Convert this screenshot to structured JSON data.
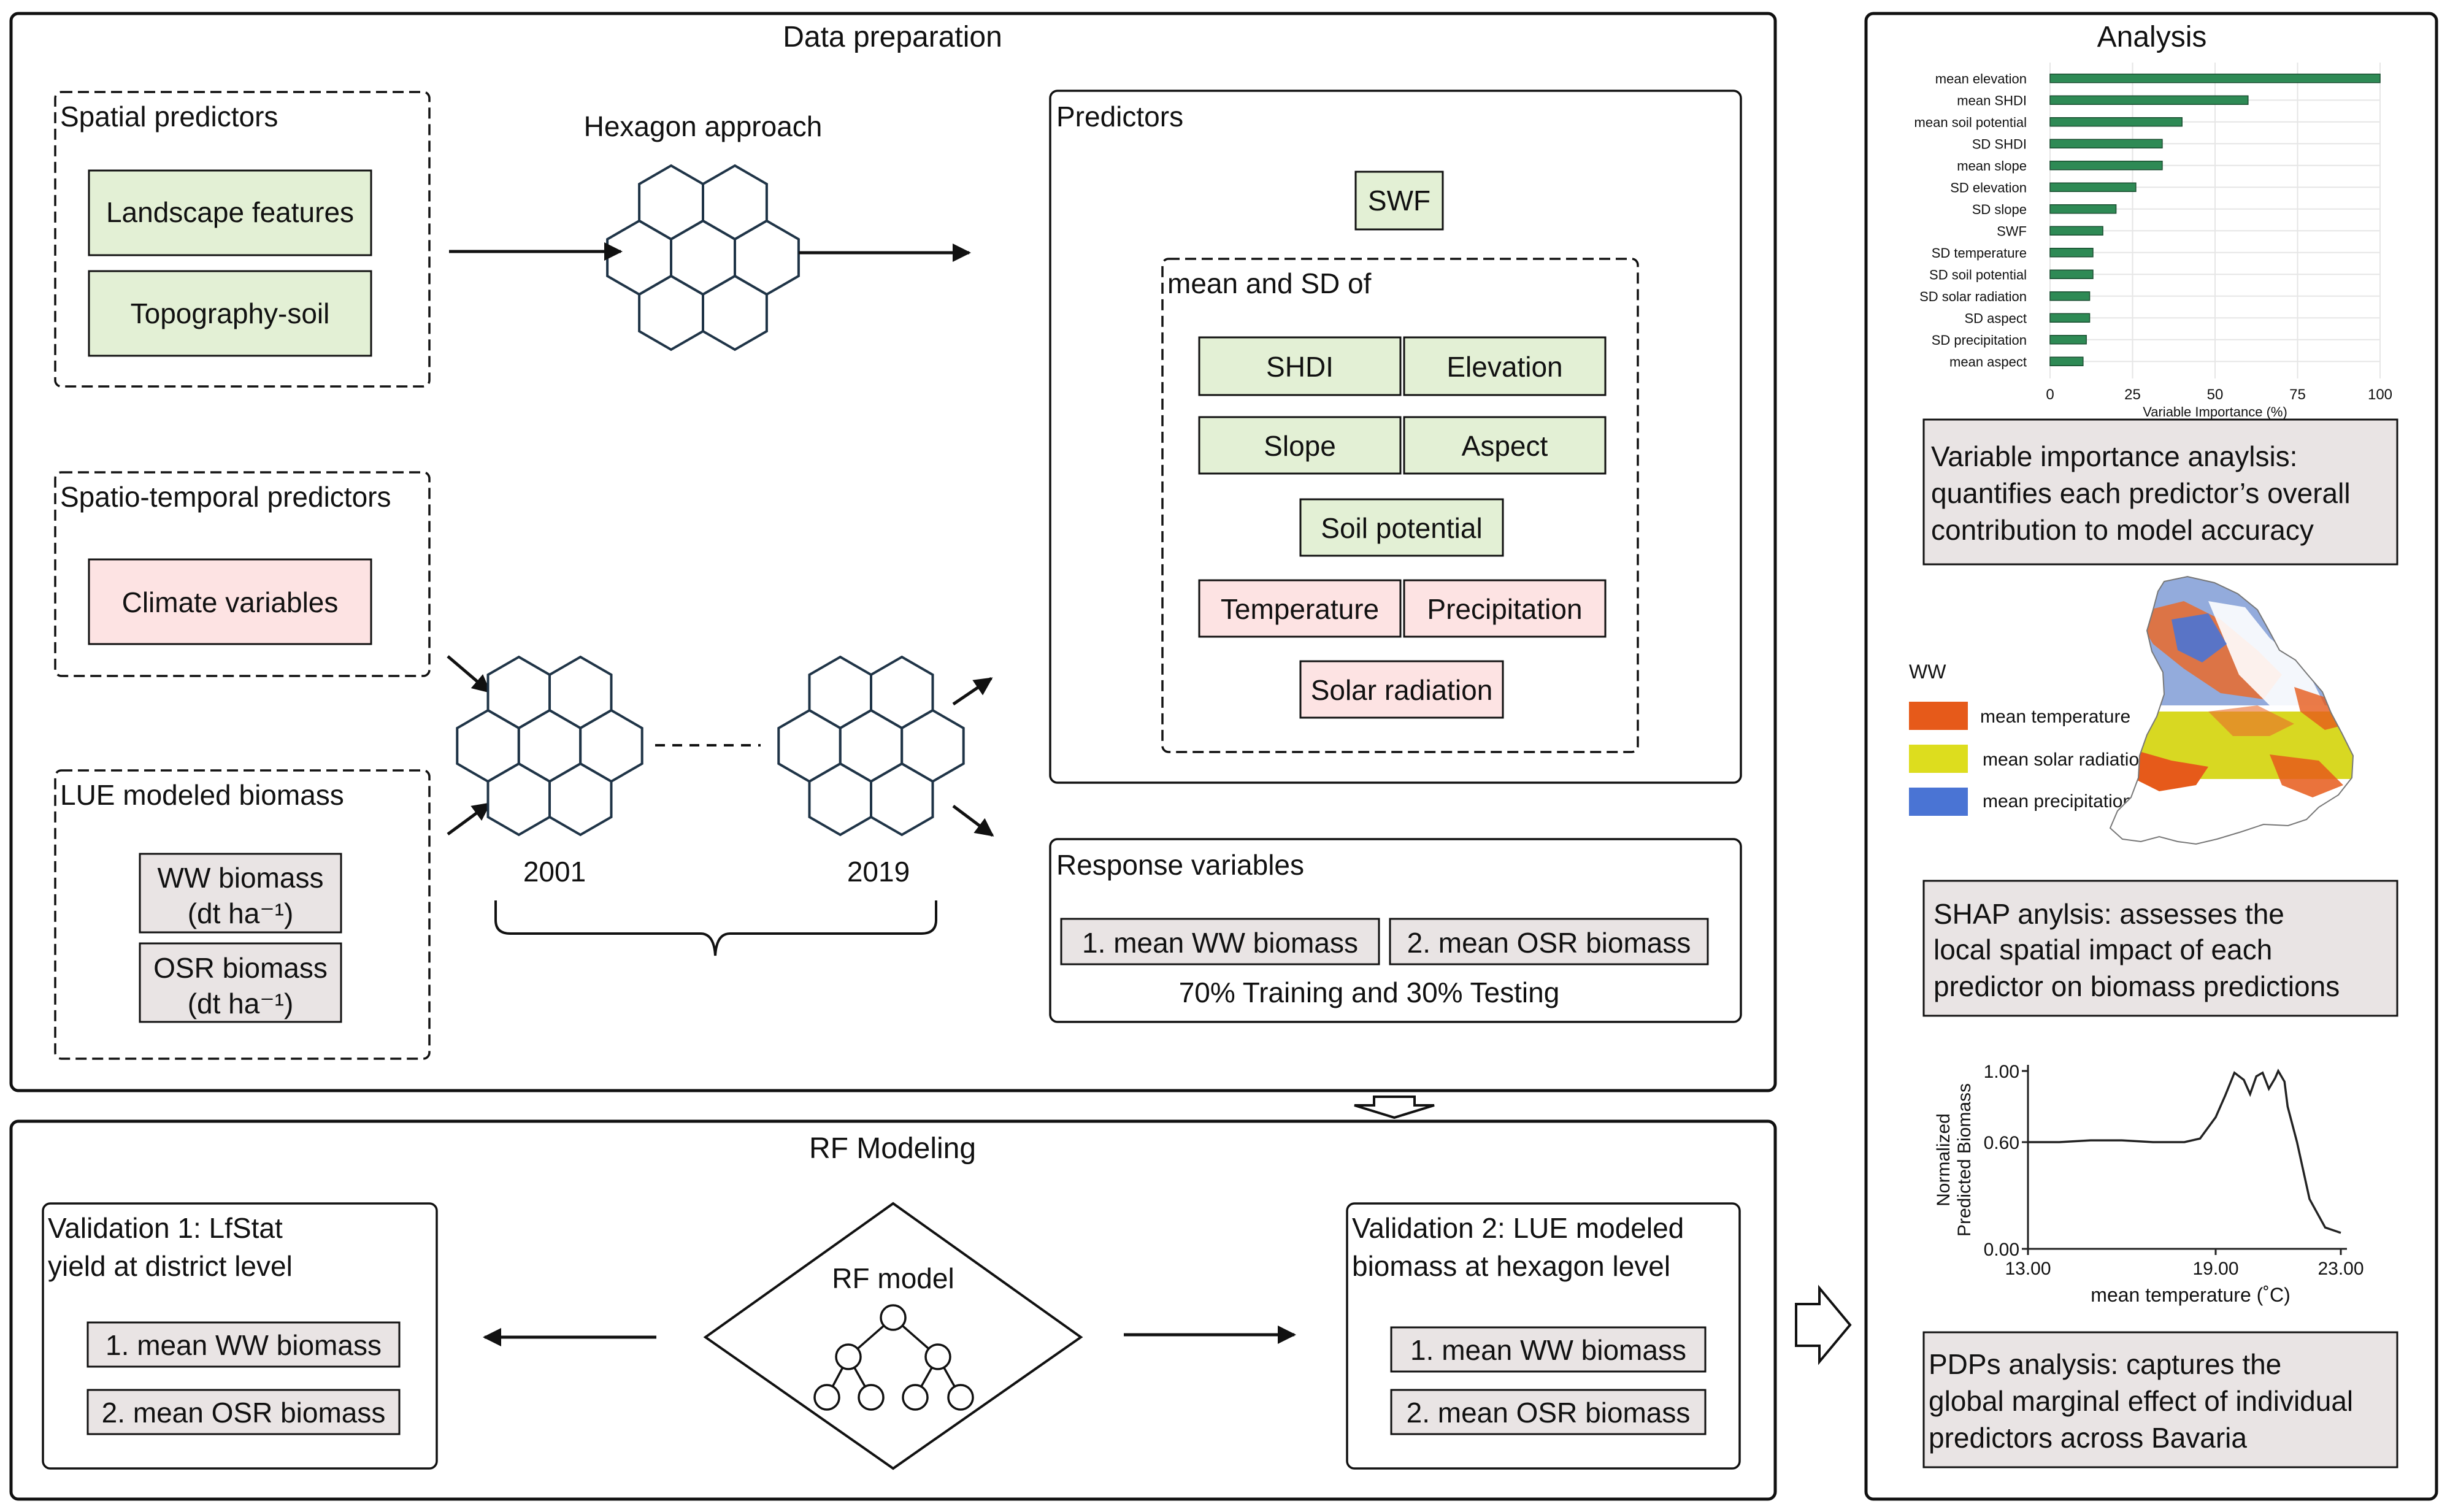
{
  "data_prep": {
    "title": "Data preparation",
    "spatial": {
      "title": "Spatial predictors",
      "items": [
        "Landscape features",
        "Topography-soil"
      ]
    },
    "hexagon_title": "Hexagon approach",
    "spatiotemporal": {
      "title": "Spatio-temporal predictors",
      "items": [
        "Climate variables"
      ]
    },
    "lue": {
      "title": "LUE modeled biomass",
      "items": [
        {
          "line1": "WW biomass",
          "line2": "(dt ha⁻¹)"
        },
        {
          "line1": "OSR biomass",
          "line2": "(dt ha⁻¹)"
        }
      ]
    },
    "years": [
      "2001",
      "2019"
    ],
    "predictors": {
      "title": "Predictors",
      "swf": "SWF",
      "mean_sd_title": "mean and SD of",
      "grid": [
        "SHDI",
        "Elevation",
        "Slope",
        "Aspect"
      ],
      "soil": "Soil potential",
      "climate": [
        "Temperature",
        "Precipitation"
      ],
      "solar": "Solar radiation"
    },
    "response": {
      "title": "Response variables",
      "items": [
        "1. mean WW biomass",
        "2. mean OSR biomass"
      ],
      "split": "70% Training and 30% Testing"
    }
  },
  "rf": {
    "title": "RF Modeling",
    "val1": {
      "line1": "Validation 1: LfStat",
      "line2": "yield at district level",
      "items": [
        "1. mean WW biomass",
        "2. mean OSR biomass"
      ]
    },
    "model": "RF model",
    "val2": {
      "line1": "Validation 2: LUE modeled",
      "line2": "biomass at hexagon level",
      "items": [
        "1. mean WW biomass",
        "2. mean OSR biomass"
      ]
    }
  },
  "analysis": {
    "title": "Analysis",
    "vi_text": [
      "Variable importance anaylsis:",
      "quantifies each predictor’s overall",
      "contribution to model accuracy"
    ],
    "shap_title": "WW",
    "shap_legend": [
      {
        "label": "mean temperature",
        "color": "#e65a1a"
      },
      {
        "label": "mean solar radiation",
        "color": "#dddd1e"
      },
      {
        "label": "mean precipitation",
        "color": "#4a74d4"
      }
    ],
    "shap_text": [
      "SHAP anylsis: assesses the",
      "local spatial impact of each",
      "predictor on biomass predictions"
    ],
    "pdp_text": [
      "PDPs analysis: captures the",
      "global marginal effect of individual",
      "predictors across Bavaria"
    ]
  },
  "chart_data": [
    {
      "type": "bar",
      "orientation": "horizontal",
      "categories": [
        "mean elevation",
        "mean SHDI",
        "mean soil potential",
        "SD SHDI",
        "mean slope",
        "SD elevation",
        "SD slope",
        "SWF",
        "SD temperature",
        "SD soil potential",
        "SD solar radiation",
        "SD aspect",
        "SD precipitation",
        "mean aspect"
      ],
      "values": [
        100,
        60,
        40,
        34,
        34,
        26,
        20,
        16,
        13,
        13,
        12,
        12,
        11,
        10
      ],
      "xlabel": "Variable Importance (%)",
      "xlim": [
        0,
        100
      ],
      "xticks": [
        "0",
        "25",
        "50",
        "75",
        "100"
      ],
      "grid": true
    },
    {
      "type": "line",
      "x": [
        13.0,
        14.0,
        15.0,
        16.0,
        17.0,
        18.0,
        18.5,
        19.0,
        19.3,
        19.6,
        19.9,
        20.1,
        20.3,
        20.5,
        20.7,
        20.9,
        21.0,
        21.2,
        21.3,
        21.6,
        22.0,
        22.5,
        23.0
      ],
      "y": [
        0.6,
        0.6,
        0.61,
        0.61,
        0.6,
        0.6,
        0.62,
        0.74,
        0.86,
        0.99,
        0.95,
        0.87,
        0.97,
        0.99,
        0.9,
        0.96,
        1.0,
        0.94,
        0.8,
        0.6,
        0.28,
        0.12,
        0.09
      ],
      "xlabel": "mean temperature (˚C)",
      "ylabel": "Normalized Predicted Biomass",
      "xticks": [
        "13.00",
        "19.00",
        "23.00"
      ],
      "yticks": [
        "0.00",
        "0.60",
        "1.00"
      ],
      "xlim": [
        13,
        23
      ],
      "ylim": [
        0,
        1
      ]
    }
  ]
}
